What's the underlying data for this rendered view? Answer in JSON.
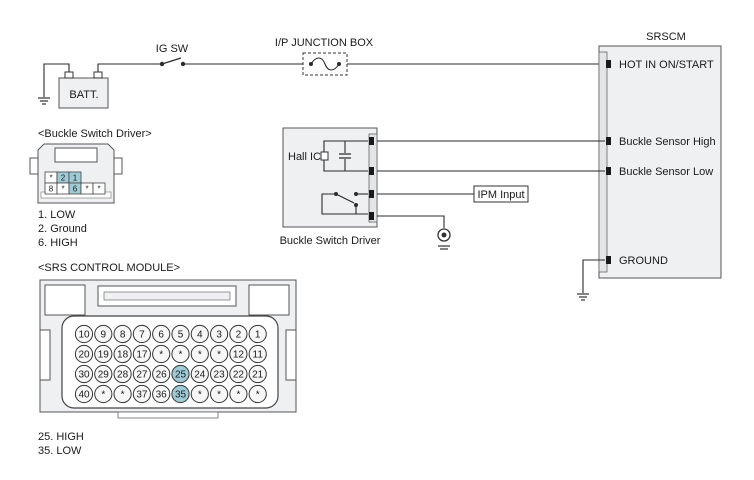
{
  "top": {
    "ig_sw": "IG SW",
    "ip_junction_box": "I/P JUNCTION BOX",
    "battery": "BATT."
  },
  "srscm": {
    "title": "SRSCM",
    "hot": "HOT IN ON/START",
    "buckle_high": "Buckle Sensor High",
    "buckle_low": "Buckle Sensor Low",
    "ground": "GROUND"
  },
  "buckle_driver": {
    "heading": "<Buckle Switch Driver>",
    "hall_ic": "Hall IC",
    "box_label": "Buckle Switch Driver",
    "ipm_input": "IPM Input",
    "connector_row1": [
      "*",
      "2",
      "1"
    ],
    "connector_row2": [
      "8",
      "*",
      "6",
      "*",
      "*"
    ],
    "legend": [
      "1. LOW",
      "2. Ground",
      "6. HIGH"
    ]
  },
  "srs_module": {
    "heading": "<SRS CONTROL MODULE>",
    "pins": [
      [
        "10",
        "9",
        "8",
        "7",
        "6",
        "5",
        "4",
        "3",
        "2",
        "1"
      ],
      [
        "20",
        "19",
        "18",
        "17",
        "*",
        "*",
        "*",
        "*",
        "12",
        "11"
      ],
      [
        "30",
        "29",
        "28",
        "27",
        "26",
        "25",
        "24",
        "23",
        "22",
        "21"
      ],
      [
        "40",
        "*",
        "*",
        "37",
        "36",
        "35",
        "*",
        "*",
        "*",
        "*"
      ]
    ],
    "highlight": [
      "25",
      "35"
    ],
    "legend": [
      "25. HIGH",
      "35. LOW"
    ]
  },
  "colors": {
    "highlight": "#9ecbd6",
    "panel": "#eef0f2",
    "pin": "#f7f7f7"
  }
}
